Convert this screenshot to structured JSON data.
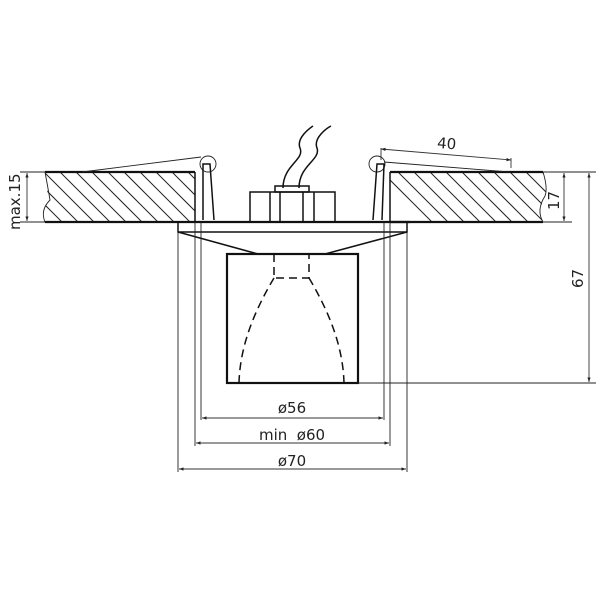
{
  "drawing": {
    "title": "Recessed downlight technical drawing",
    "background": "#ffffff",
    "line_color": "#111111"
  },
  "dimensions": {
    "ceiling_thickness": "max.15",
    "clip_length": "40",
    "clip_height": "17",
    "total_height": "67",
    "lamp_diameter": "ø56",
    "cutout_diameter": "min  ø60",
    "outer_diameter": "ø70"
  },
  "parts": {
    "ceiling_left": "hatched ceiling panel (left)",
    "ceiling_right": "hatched ceiling panel (right)",
    "spring_clip_left": "spring clip",
    "spring_clip_right": "spring clip",
    "terminal_block": "terminal block with wires",
    "flange": "trim flange",
    "glass_cube": "square glass shade",
    "reflector": "hidden reflector (dashed)"
  }
}
